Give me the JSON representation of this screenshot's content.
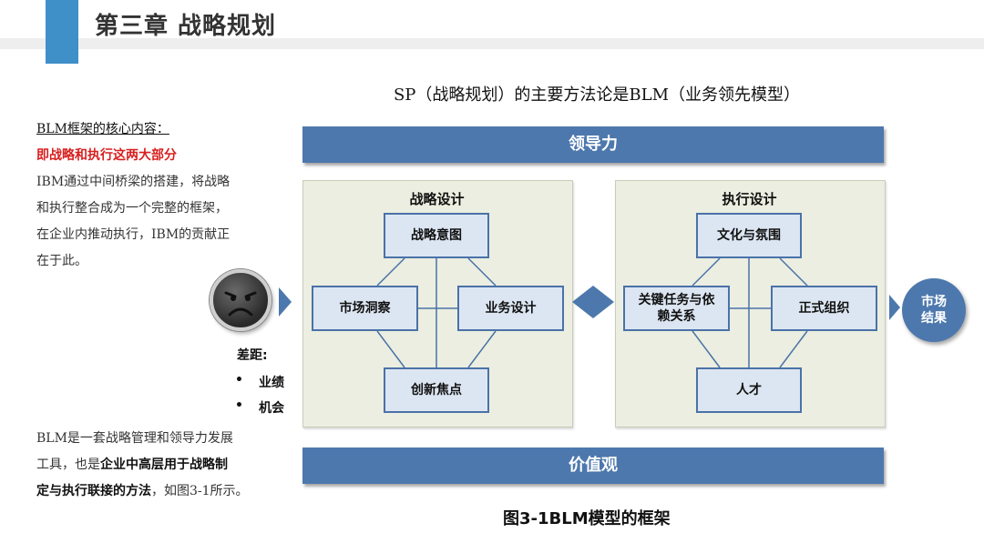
{
  "header": {
    "title": "第三章 战略规划"
  },
  "subtitle": "SP（战略规划）的主要方法论是BLM（业务领先模型）",
  "left_text": {
    "core_title": "BLM框架的核心内容：",
    "core_red": "即战略和执行这两大部分",
    "ibm_lines": [
      "IBM通过中间桥梁的搭建，将战略",
      "和执行整合成为一个完整的框架，",
      "在企业内推动执行，IBM的贡献正",
      "在于此。"
    ],
    "blm_line1": "BLM是一套战略管理和领导力发展",
    "blm_line2_a": "工具，也是",
    "blm_line2_b": "企业中高层用于战略制",
    "blm_line3_a": "定与执行联接的方法",
    "blm_line3_b": "，如图3-1所示。"
  },
  "gap": {
    "label": "差距:",
    "items": [
      "业绩",
      "机会"
    ],
    "bullet": "•"
  },
  "diagram": {
    "top_bar": "领导力",
    "bottom_bar": "价值观",
    "strategy": {
      "title": "战略设计",
      "top": "战略意图",
      "left": "市场洞察",
      "right": "业务设计",
      "bottom": "创新焦点"
    },
    "execution": {
      "title": "执行设计",
      "top": "文化与氛围",
      "left": "关键任务与依赖关系",
      "right": "正式组织",
      "bottom": "人才"
    },
    "result": "市场结果",
    "colors": {
      "bar": "#4d78ad",
      "panel": "#ebeee0",
      "box_fill": "#dce6f2",
      "box_border": "#4a72a8"
    }
  },
  "caption": "图3-1BLM模型的框架"
}
